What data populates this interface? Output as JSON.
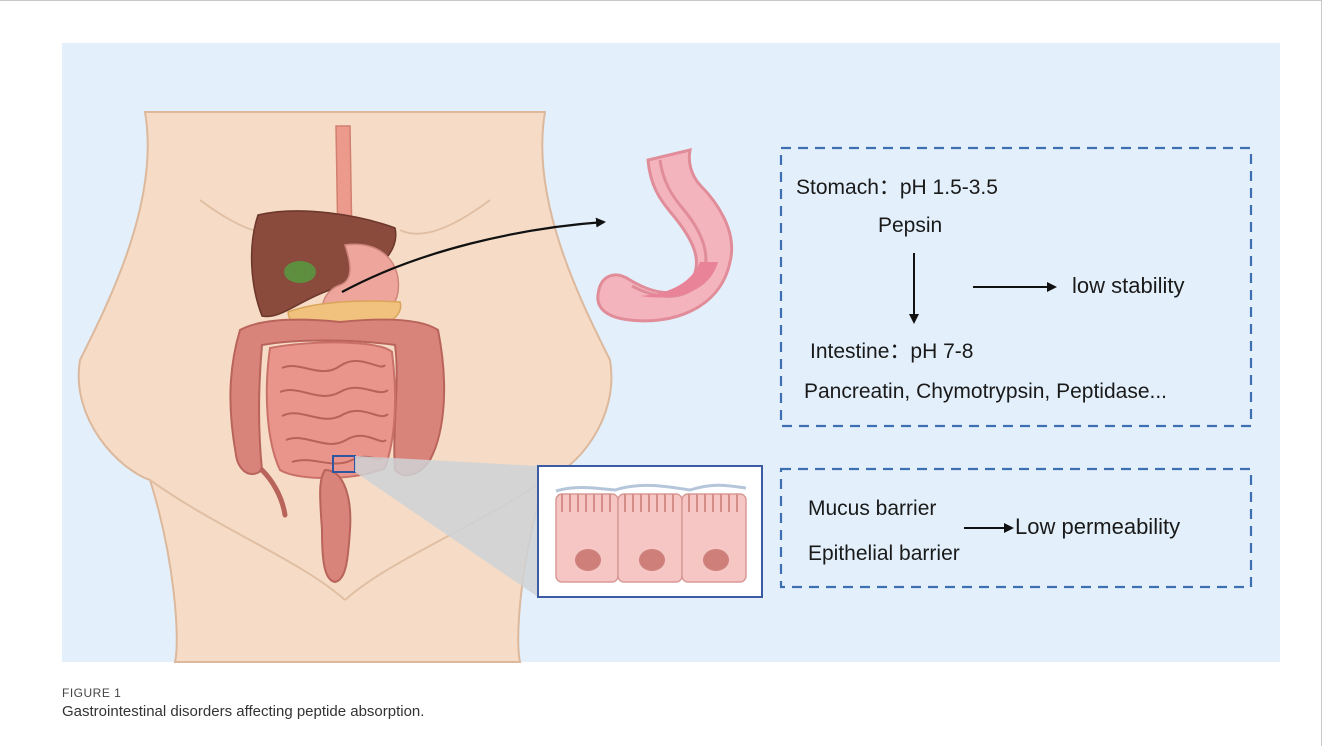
{
  "figure": {
    "label": "FIGURE 1",
    "caption": "Gastrointestinal disorders affecting peptide absorption."
  },
  "diagram": {
    "stomach_box": {
      "stomach_line": "Stomach：pH 1.5-3.5",
      "stomach_enzyme": "Pepsin",
      "result": "low stability",
      "intestine_line": "Intestine：pH 7-8",
      "intestine_enzymes": "Pancreatin, Chymotrypsin, Peptidase..."
    },
    "barrier_box": {
      "mucus": "Mucus barrier",
      "epithelial": "Epithelial barrier",
      "result": "Low permeability"
    }
  },
  "colors": {
    "panel_background": "#e3f0fb",
    "dashed_border": "#3f6fb3",
    "skin": "#f6dcc6",
    "intestine": "#d9847b",
    "liver": "#8a4a3c",
    "stomach_outline": "#e5a3ae",
    "inset_border": "#3b5ba5"
  }
}
